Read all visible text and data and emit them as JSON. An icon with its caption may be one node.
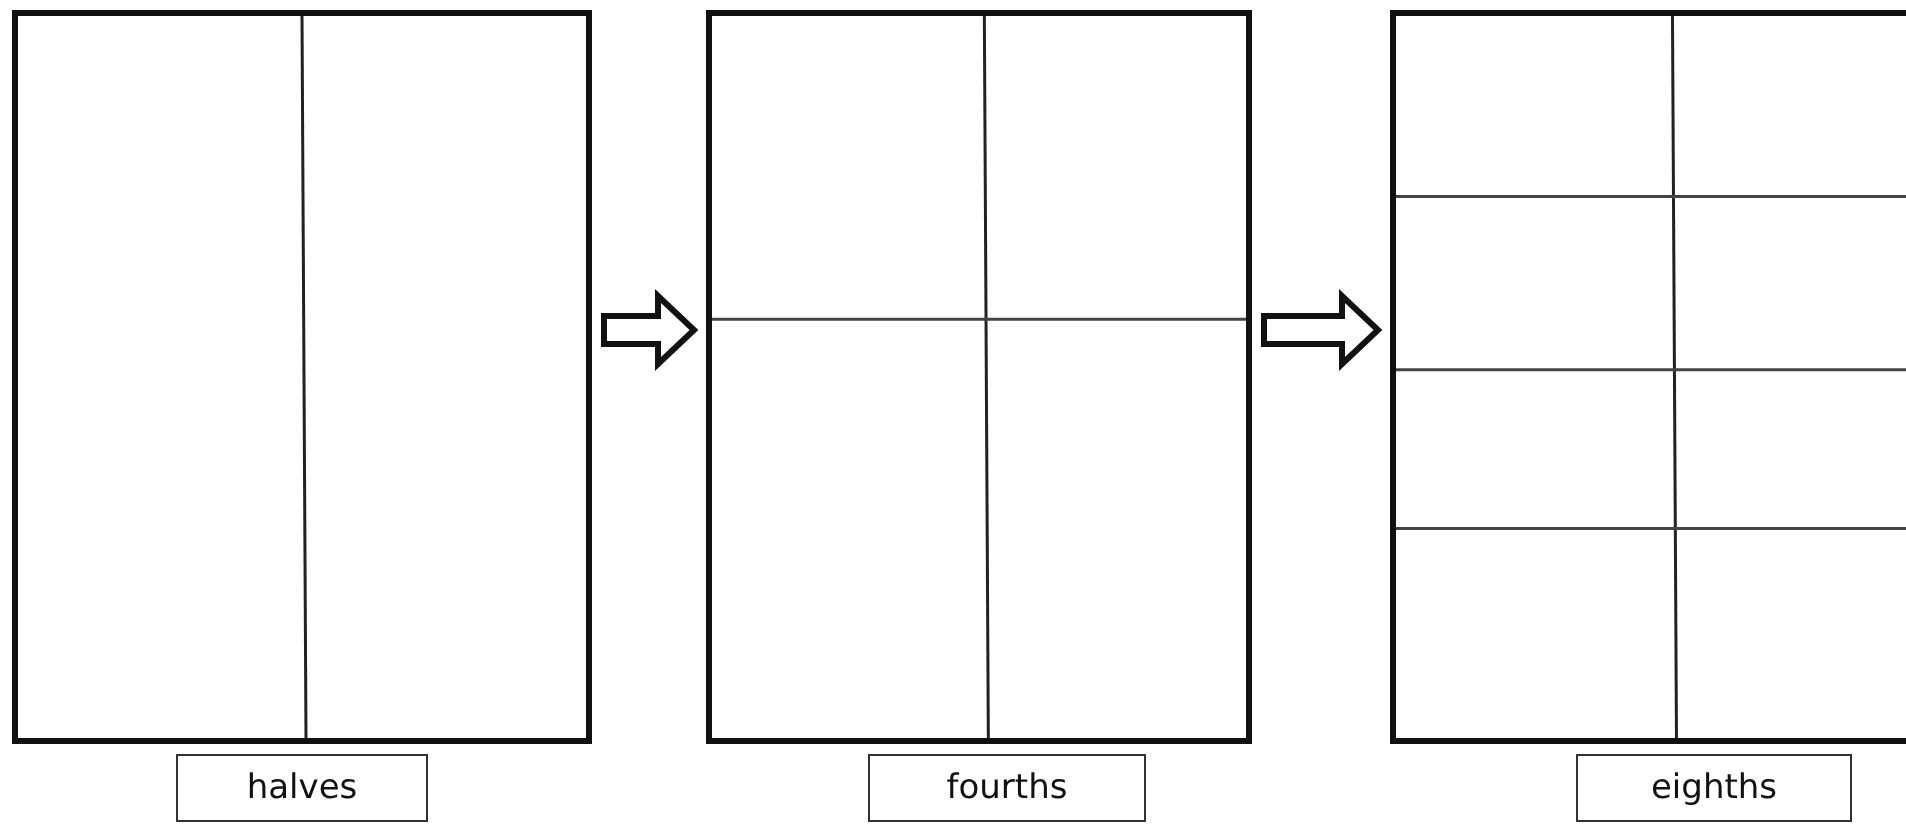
{
  "diagram": {
    "nodes": [
      {
        "text": [],
        "shape": "box"
      },
      {
        "text": [],
        "shape": "box"
      },
      {
        "text": [],
        "shape": "box"
      },
      {
        "text": [
          "halves"
        ]
      },
      {
        "text": [
          "fourths"
        ]
      },
      {
        "text": [
          "eighths"
        ]
      }
    ],
    "edges": [
      {
        "from": 0,
        "to": 1,
        "arrow": "to"
      },
      {
        "from": 1,
        "to": 2,
        "arrow": "to"
      }
    ]
  }
}
